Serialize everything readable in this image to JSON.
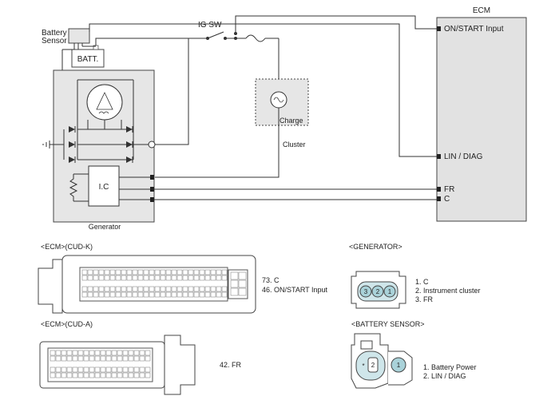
{
  "schematic": {
    "ecm_label": "ECM",
    "ig_sw_label": "IG SW",
    "battery_sensor_label_line1": "Battery",
    "battery_sensor_label_line2": "Sensor",
    "batt_label": "BATT.",
    "charge_label": "Charge",
    "cluster_label": "Cluster",
    "generator_label": "Generator",
    "ic_label": "I.C",
    "ecm_pins": {
      "on_start": "ON/START Input",
      "lin_diag": "LIN / DIAG",
      "fr": "FR",
      "c": "C"
    }
  },
  "connectors": {
    "ecm_cud_k": {
      "title": "<ECM>(CUD-K)",
      "pins": [
        "73. C",
        "46. ON/START Input"
      ]
    },
    "ecm_cud_a": {
      "title": "<ECM>(CUD-A)",
      "pins": [
        "42. FR"
      ]
    },
    "generator": {
      "title": "<GENERATOR>",
      "pin_numbers": [
        "3",
        "2",
        "1"
      ],
      "pins": [
        "1. C",
        "2. Instrument cluster",
        "3. FR"
      ]
    },
    "battery_sensor": {
      "title": "<BATTERY SENSOR>",
      "pin_numbers": [
        "*",
        "2",
        "1"
      ],
      "pins": [
        "1. Battery Power",
        "2. LIN / DIAG"
      ]
    }
  },
  "colors": {
    "line": "#333333",
    "box_fill": "#e6e6e6",
    "ecm_fill": "#e2e2e2",
    "connector_fill": "#cfe6ea",
    "pin_fill": "#a9d2d9"
  }
}
